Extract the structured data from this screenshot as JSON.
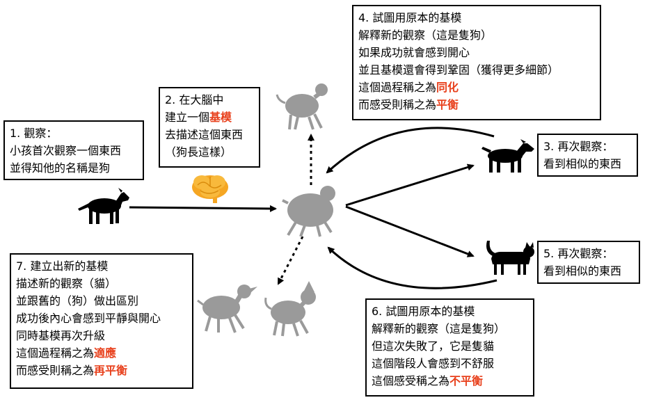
{
  "boxes": {
    "b1": {
      "line1": "1. 觀察：",
      "line2": "小孩首次觀察一個東西",
      "line3": "並得知他的名稱是狗"
    },
    "b2": {
      "line1": "2. 在大腦中",
      "line2_pre": "建立一個",
      "line2_red": "基模",
      "line3": "去描述這個東西",
      "line4": "（狗長這樣）"
    },
    "b3": {
      "line1": "3. 再次觀察：",
      "line2": "看到相似的東西"
    },
    "b4": {
      "line1": "4. 試圖用原本的基模",
      "line2": "解釋新的觀察（這是隻狗）",
      "line3": "如果成功就會感到開心",
      "line4": "並且基模還會得到鞏固（獲得更多細節）",
      "line5_pre": "這個過程稱之為",
      "line5_red": "同化",
      "line6_pre": "而感受則稱之為",
      "line6_red": "平衡"
    },
    "b5": {
      "line1": "5. 再次觀察：",
      "line2": "看到相似的東西"
    },
    "b6": {
      "line1": "6. 試圖用原本的基模",
      "line2": "解釋新的觀察（這是隻狗）",
      "line3": "但這次失敗了，它是隻貓",
      "line4": "這個階段人會感到不舒服",
      "line5_pre": "這個感受稱之為",
      "line5_red": "不平衡"
    },
    "b7": {
      "line1": "7. 建立出新的基模",
      "line2": "描述新的觀察（貓）",
      "line3": "並跟舊的（狗）做出區別",
      "line4": "成功後內心會感到平靜與開心",
      "line5": "同時基模再次升級",
      "line6_pre": "這個過程稱之為",
      "line6_red": "適應",
      "line7_pre": "而感受則稱之為",
      "line7_red": "再平衡"
    }
  },
  "colors": {
    "accent_red": "#e8401c",
    "schema_gray": "#9a9a9a",
    "animal_black": "#000000",
    "brain_orange": "#f5a623"
  },
  "icons": [
    "dog-silhouette-icon",
    "brain-icon",
    "schema-blob-icon",
    "schema-dog-icon",
    "schema-duck-icon",
    "schema-cat-icon",
    "cat-silhouette-icon"
  ]
}
